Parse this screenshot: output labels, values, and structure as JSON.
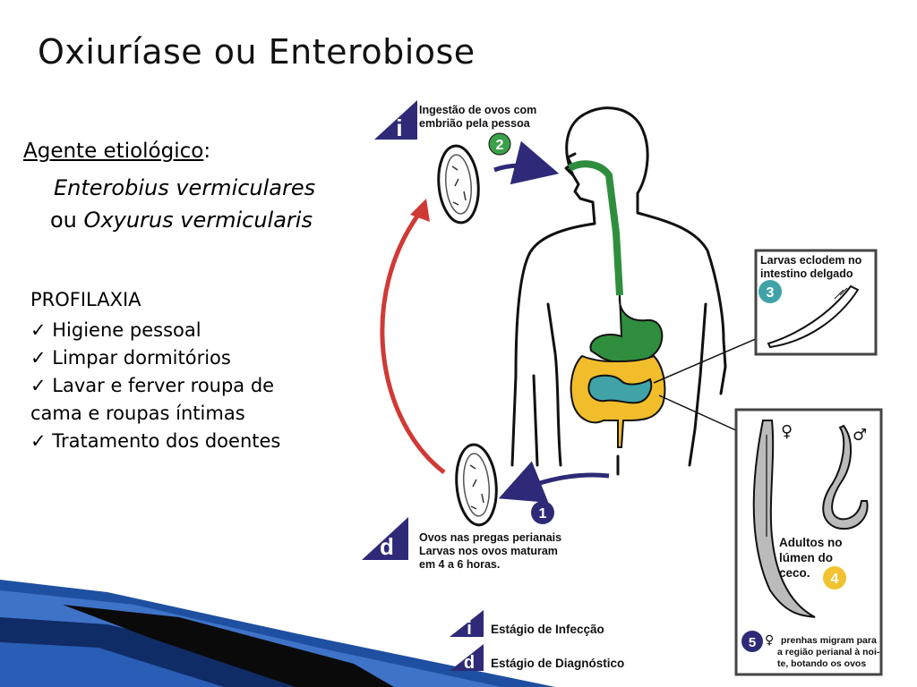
{
  "title": "Oxiuríase ou Enterobiose",
  "agent": {
    "heading": "Agente etiológico",
    "colon": ":",
    "species_1": "Enterobius vermiculares",
    "connector": "ou",
    "species_2": "Oxyurus vermicularis"
  },
  "profilaxia": {
    "heading": "PROFILAXIA",
    "items": [
      "✓ Higiene pessoal",
      "✓ Limpar dormitórios",
      "✓ Lavar e ferver roupa de",
      "cama e roupas íntimas",
      "✓ Tratamento dos doentes"
    ]
  },
  "diagram": {
    "ingestion_line1": "Ingestão de ovos com",
    "ingestion_line2": "embrião pela pessoa",
    "larvae_line1": "Larvas eclodem no",
    "larvae_line2": "intestino delgado",
    "eggs_line1": "Ovos nas pregas perianais",
    "eggs_line2": "Larvas nos ovos maturam",
    "eggs_line3": "em 4 a 6 horas.",
    "adults_line1": "Adultos no",
    "adults_line2": "lúmen do",
    "adults_line3": "ceco.",
    "females_line1": "prenhas migram para",
    "females_line2": "a região perianal à noi-",
    "females_line3": "te, botando os ovos",
    "female_symbol": "♀",
    "male_symbol": "♂",
    "step_1": "1",
    "step_2": "2",
    "step_3": "3",
    "step_4": "4",
    "step_5": "5",
    "infection_letter": "i",
    "diagnosis_letter": "d",
    "legend_infection": "Estágio de Infecção",
    "legend_diagnosis": "Estágio de Diagnóstico"
  },
  "colors": {
    "navy": "#2e2a78",
    "red": "#d03a36",
    "green": "#2f8e3e",
    "yellow": "#f2bd2b",
    "teal": "#3fa3a8",
    "badge_green": "#3aa04a",
    "badge_teal": "#3fa3a8",
    "badge_yellow": "#f2c230"
  }
}
